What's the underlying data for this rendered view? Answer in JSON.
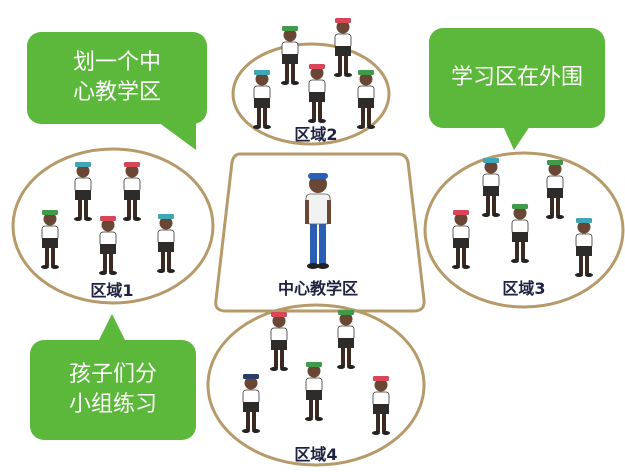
{
  "bubbles": {
    "top_left": "划一个中\n心教学区",
    "top_right": "学习区在外围",
    "bottom_left": "孩子们分\n小组练习"
  },
  "zones": {
    "center": "中心教学区",
    "zone1": "区域1",
    "zone2": "区域2",
    "zone3": "区域3",
    "zone4": "区域4"
  },
  "colors": {
    "bubble": "#5cb83a",
    "rope": "#b79a6a",
    "label": "#1e2140",
    "hat_teal": "#3fa7b8",
    "hat_pink": "#d9465a",
    "hat_green": "#3f9a4a",
    "coach": "#2a5fb5"
  }
}
